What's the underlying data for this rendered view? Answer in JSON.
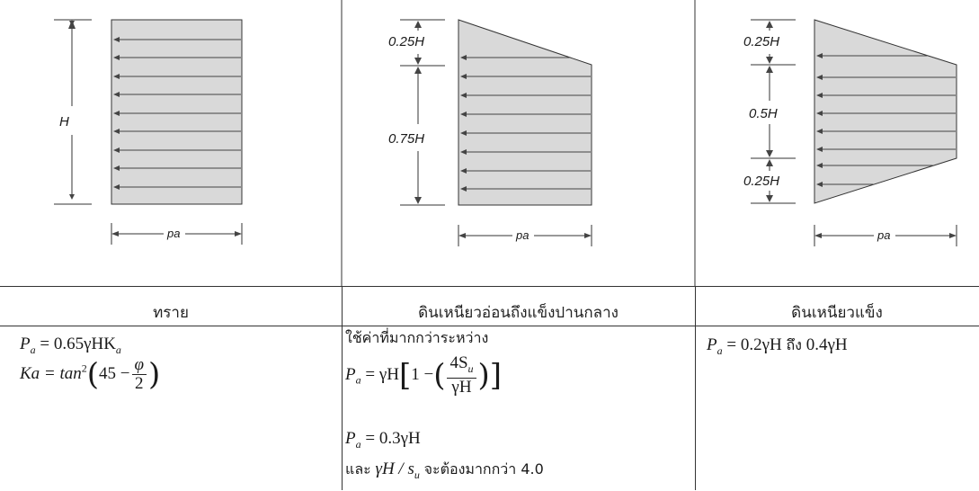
{
  "diagrams": {
    "col1": {
      "height_label": "H",
      "width_label": "pa"
    },
    "col2": {
      "top_label": "0.25H",
      "bottom_label": "0.75H",
      "width_label": "pa"
    },
    "col3": {
      "top_label": "0.25H",
      "mid_label": "0.5H",
      "bottom_label": "0.25H",
      "width_label": "pa"
    },
    "fill_color": "#d9d9d9",
    "arrow_color": "#444444"
  },
  "table": {
    "headers": [
      "ทราย",
      "ดินเหนียวอ่อนถึงแข็งปานกลาง",
      "ดินเหนียวแข็ง"
    ],
    "sand": {
      "line1_lhs": "P",
      "line1_sub": "a",
      "line1_rhs": "= 0.65γHK",
      "line1_rhs_sub": "a",
      "line2_lhs": "Ka = tan",
      "line2_sup": "2",
      "line2_inner": "45 −",
      "line2_num": "φ",
      "line2_den": "2"
    },
    "soft_clay": {
      "intro": "ใช้ค่าที่มากกว่าระหว่าง",
      "eq1_lhs": "P",
      "eq1_sub": "a",
      "eq1_rhs": "= γH",
      "eq1_one": "1 −",
      "eq1_num": "4S",
      "eq1_num_sub": "u",
      "eq1_den": "γH",
      "eq2_lhs": "P",
      "eq2_sub": "a",
      "eq2_rhs": "= 0.3γH",
      "cond_prefix": "และ",
      "cond_expr": "γH / s",
      "cond_sub": "u",
      "cond_suffix": "จะต้องมากกว่า 4.0"
    },
    "stiff_clay": {
      "lhs": "P",
      "sub": "a",
      "rhs1": "= 0.2γH",
      "mid": "ถึง",
      "rhs2": "0.4γH"
    }
  }
}
